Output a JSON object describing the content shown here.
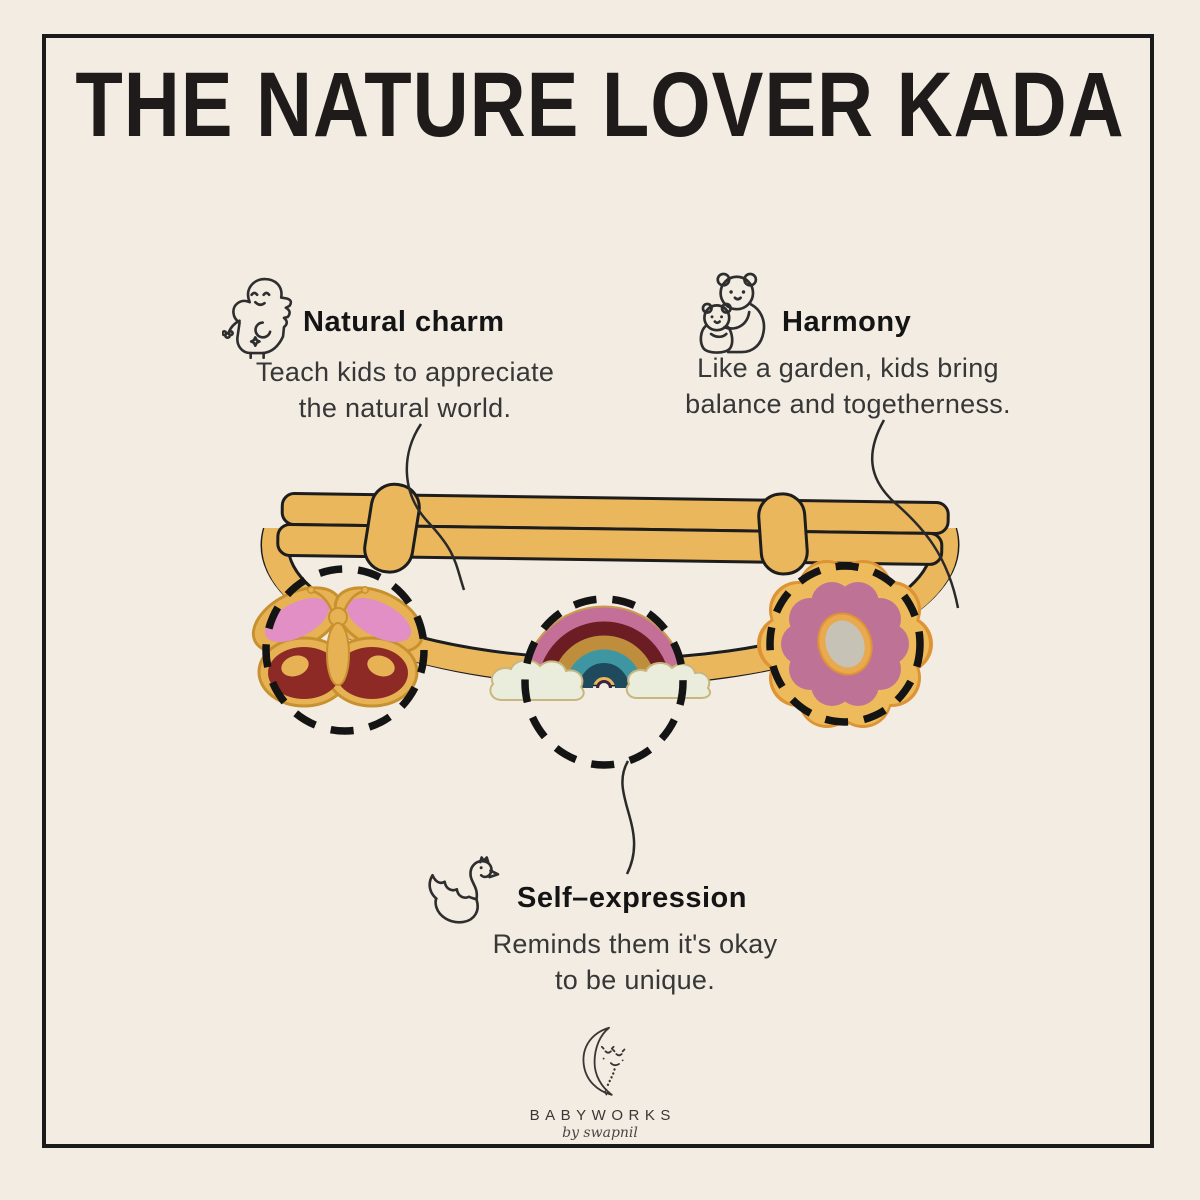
{
  "page": {
    "background_color": "#F2ECE3",
    "frame_color": "#1A1A1A"
  },
  "title": "THE NATURE LOVER KADA",
  "features": [
    {
      "id": "natural-charm",
      "icon": "dinosaur-with-flower-icon",
      "title": "Natural charm",
      "body_lines": [
        "Teach kids to appreciate",
        "the natural world."
      ]
    },
    {
      "id": "harmony",
      "icon": "bear-hug-icon",
      "title": "Harmony",
      "body_lines": [
        "Like a garden, kids bring",
        "balance and togetherness."
      ]
    },
    {
      "id": "self-expression",
      "icon": "swan-icon",
      "title": "Self–expression",
      "body_lines": [
        "Reminds them it's okay",
        "to be unique."
      ]
    }
  ],
  "bracelet": {
    "band_color": "#EBB75D",
    "outline_color": "#1D1D1D",
    "highlight_dash_color": "#141414",
    "charms": [
      {
        "name": "butterfly-charm",
        "colors": {
          "upper_wings": "#E18FC4",
          "lower_wings": "#8E2A26",
          "body": "#E7B254",
          "edge": "#C8912F"
        }
      },
      {
        "name": "rainbow-charm",
        "colors": {
          "arc_1": "#C46F97",
          "arc_2": "#6B1D23",
          "arc_3": "#BE8E3C",
          "arc_4": "#3E96A3",
          "arc_5": "#1F4A5E",
          "arc_6": "#3A2440",
          "clouds": "#EAEDDB",
          "cloud_edge": "#C9B57E"
        }
      },
      {
        "name": "flower-charm",
        "colors": {
          "outer_scallop": "#EDBB5B",
          "scallop_edge": "#DE9435",
          "petals": "#BE7396",
          "center_ring": "#E8A94F",
          "center": "#C6C3B6"
        }
      }
    ]
  },
  "brand": {
    "icon": "crescent-moon-face-icon",
    "name": "BABYWORKS",
    "byline": "by swapnil"
  }
}
